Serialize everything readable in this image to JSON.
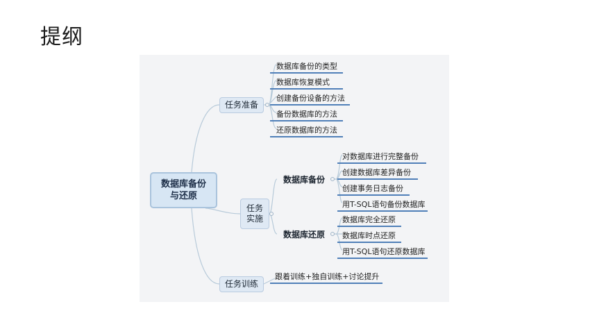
{
  "page": {
    "title": "提纲"
  },
  "mindmap": {
    "root": {
      "line1": "数据库备份",
      "line2": "与还原"
    },
    "branches": {
      "prep": {
        "label": "任务准备",
        "items": [
          "数据库备份的类型",
          "数据库恢复模式",
          "创建备份设备的方法",
          "备份数据库的方法",
          "还原数据库的方法"
        ]
      },
      "impl": {
        "line1": "任务",
        "line2": "实施",
        "backup": {
          "label": "数据库备份",
          "items": [
            "对数据库进行完整备份",
            "创建数据库差异备份",
            "创建事务日志备份",
            "用T-SQL语句备份数据库"
          ]
        },
        "restore": {
          "label": "数据库还原",
          "items": [
            "数据库完全还原",
            "数据库时点还原",
            "用T-SQL语句还原数据库"
          ]
        }
      },
      "train": {
        "label": "任务训练",
        "items": [
          "跟着训练+独自训练+讨论提升"
        ]
      }
    },
    "colors": {
      "connector": "#b7cad9",
      "underline": "#4f7fb8",
      "root_fill": "#d7e6f4"
    }
  }
}
